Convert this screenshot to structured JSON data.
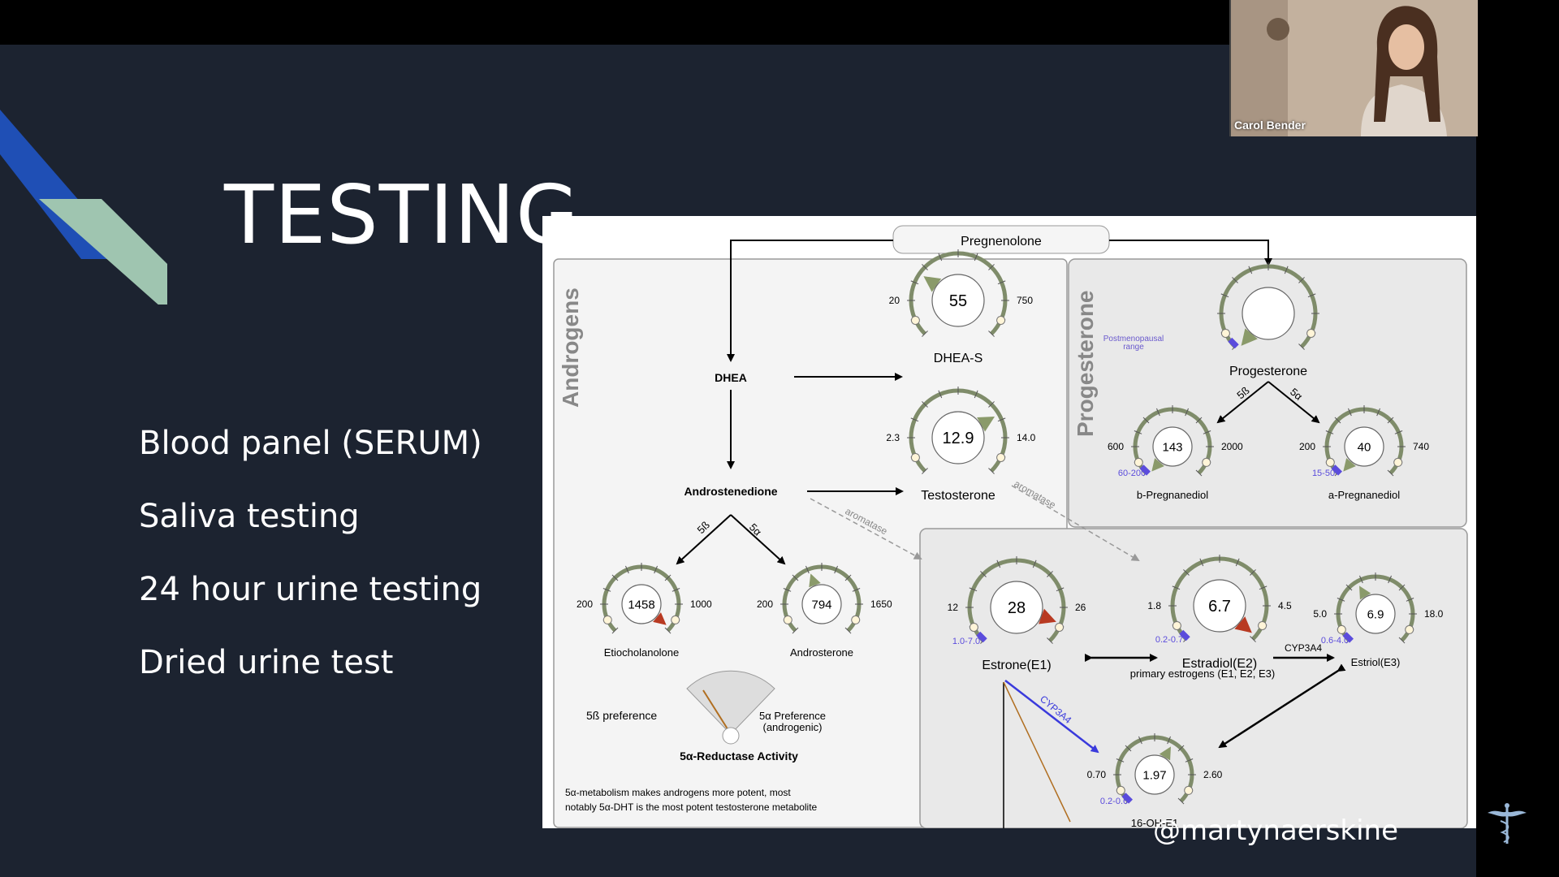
{
  "slide": {
    "title": "TESTING",
    "bullets": [
      "Blood panel (SERUM)",
      "Saliva testing",
      "24 hour urine testing",
      "Dried urine test"
    ],
    "handle": "@martynaerskine"
  },
  "webcam": {
    "participant_name": "Carol Bender"
  },
  "colors": {
    "slide_bg": "#1c2330",
    "accent_blue": "#1f4fb5",
    "accent_green": "#9fc5b0"
  },
  "diagram": {
    "top_node": "Pregnenolone",
    "sections": {
      "androgens": "Androgens",
      "progesterone": "Progesterone"
    },
    "nodes": {
      "dhea": "DHEA",
      "androstenedione": "Androstenedione",
      "primary_estrogens": "primary estrogens (E1, E2, E3)",
      "postmenopausal_line1": "Postmenopausal",
      "postmenopausal_line2": "range"
    },
    "arrow_labels": {
      "five_beta_1": "5ß",
      "five_alpha_1": "5α",
      "five_beta_2": "5ß",
      "five_alpha_2": "5α",
      "aromatase_1": "aromatase",
      "aromatase_2": "aromatase",
      "cyp3a4_1": "CYP3A4",
      "cyp3a4_2": "CYP3A4"
    },
    "gauges": [
      {
        "id": "dhea-s",
        "name": "DHEA-S",
        "value": "55",
        "low": "20",
        "high": "750"
      },
      {
        "id": "testosterone",
        "name": "Testosterone",
        "value": "12.9",
        "low": "2.3",
        "high": "14.0"
      },
      {
        "id": "progesterone",
        "name": "Progesterone",
        "value": "",
        "low": "",
        "high": ""
      },
      {
        "id": "b-pregnanediol",
        "name": "b-Pregnanediol",
        "value": "143",
        "low": "600",
        "high": "2000",
        "range": "60-200"
      },
      {
        "id": "a-pregnanediol",
        "name": "a-Pregnanediol",
        "value": "40",
        "low": "200",
        "high": "740",
        "range": "15-50"
      },
      {
        "id": "etiocholanolone",
        "name": "Etiocholanolone",
        "value": "1458",
        "low": "200",
        "high": "1000"
      },
      {
        "id": "androsterone",
        "name": "Androsterone",
        "value": "794",
        "low": "200",
        "high": "1650"
      },
      {
        "id": "estrone",
        "name": "Estrone(E1)",
        "value": "28",
        "low": "12",
        "high": "26",
        "range": "1.0-7.0"
      },
      {
        "id": "estradiol",
        "name": "Estradiol(E2)",
        "value": "6.7",
        "low": "1.8",
        "high": "4.5",
        "range": "0.2-0.7"
      },
      {
        "id": "estriol",
        "name": "Estriol(E3)",
        "value": "6.9",
        "low": "5.0",
        "high": "18.0",
        "range": "0.6-4.0"
      },
      {
        "id": "16-oh-e1",
        "name": "16-OH-E1",
        "value": "1.97",
        "low": "0.70",
        "high": "2.60",
        "range": "0.2-0.6"
      }
    ],
    "reductase": {
      "left": "5ß preference",
      "right_line1": "5α Preference",
      "right_line2": "(androgenic)",
      "title": "5α-Reductase Activity",
      "note_line1": "5α-metabolism makes androgens more potent, most",
      "note_line2": "notably 5α-DHT is the most potent testosterone metabolite"
    }
  }
}
